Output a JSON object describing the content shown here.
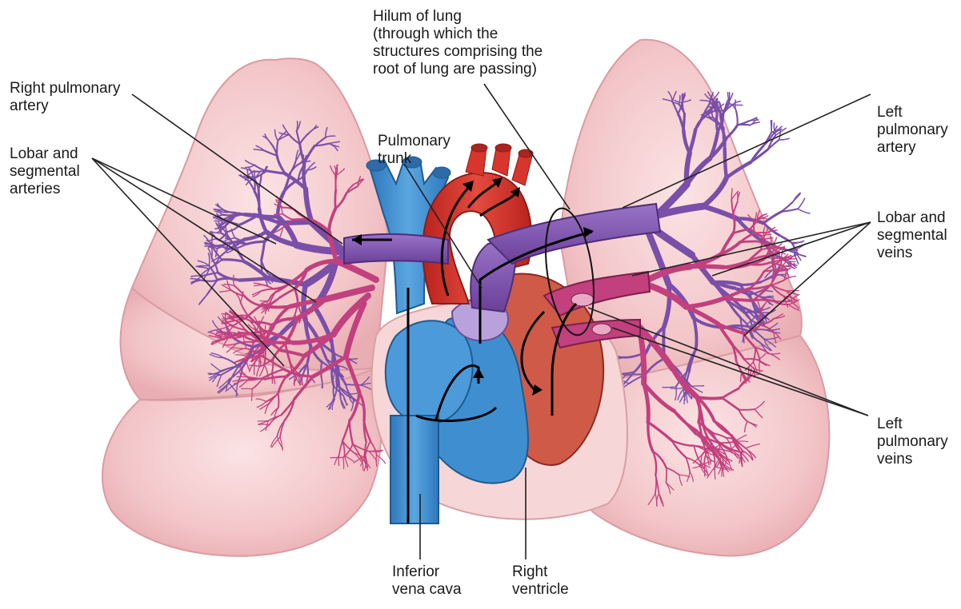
{
  "labels": {
    "hilum": [
      "Hilum of lung",
      "(through which the",
      "structures comprising the",
      "root of lung are passing)"
    ],
    "right_pulmonary_artery": [
      "Right pulmonary",
      "artery"
    ],
    "lobar_segmental_arteries": [
      "Lobar and",
      "segmental",
      "arteries"
    ],
    "pulmonary_trunk": [
      "Pulmonary",
      "trunk"
    ],
    "left_pulmonary_artery": [
      "Left",
      "pulmonary",
      "artery"
    ],
    "lobar_segmental_veins": [
      "Lobar and",
      "segmental",
      "veins"
    ],
    "left_pulmonary_veins": [
      "Left",
      "pulmonary",
      "veins"
    ],
    "inferior_vena_cava": [
      "Inferior",
      "vena cava"
    ],
    "right_ventricle": [
      "Right",
      "ventricle"
    ]
  },
  "colors": {
    "lung_fill": "#f3c9cc",
    "lung_edge": "#d89aa0",
    "artery_purple": "#7a4fa8",
    "vein_magenta": "#c2407e",
    "aorta_red": "#d8352c",
    "vena_blue": "#3f8fd0",
    "leader": "#222222"
  }
}
